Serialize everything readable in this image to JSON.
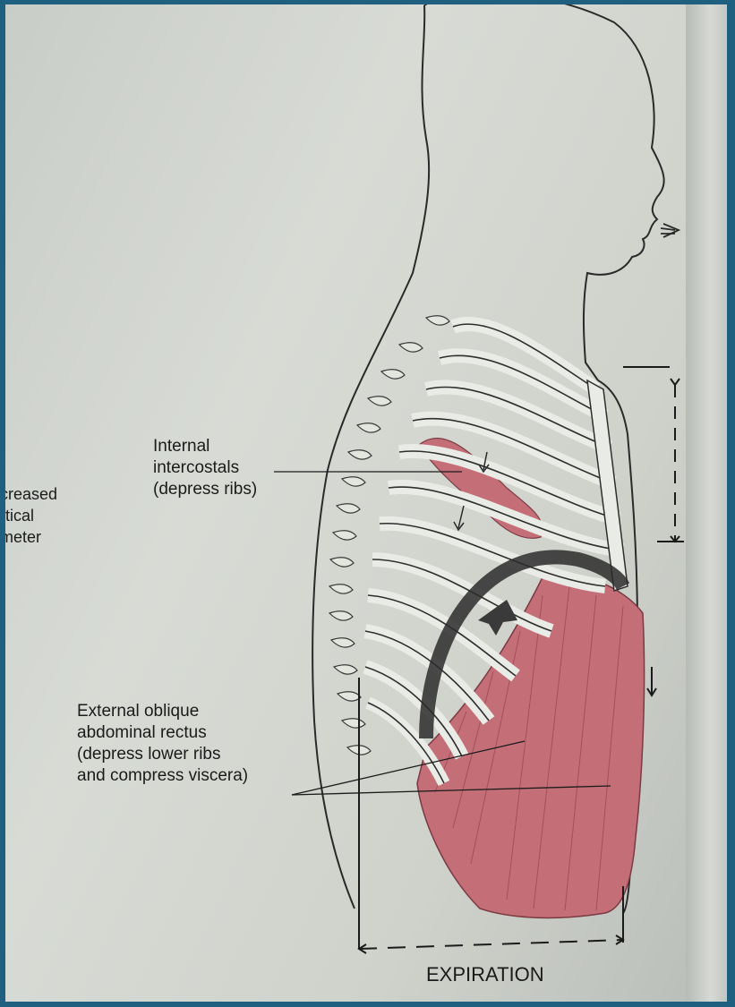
{
  "labels": {
    "internal_intercostals": "Internal\nintercostals\n(depress ribs)",
    "external_oblique": "External oblique\nabdominal rectus\n(depress lower ribs\nand compress viscera)",
    "side_text": "creased\nrtical\nmeter",
    "expiration": "EXPIRATION"
  },
  "colors": {
    "muscle": "#c46f78",
    "muscle_dark": "#8b3a45",
    "rib": "#e9ebe6",
    "outline": "#2a2a2a",
    "background_border": "#1f5f80"
  }
}
